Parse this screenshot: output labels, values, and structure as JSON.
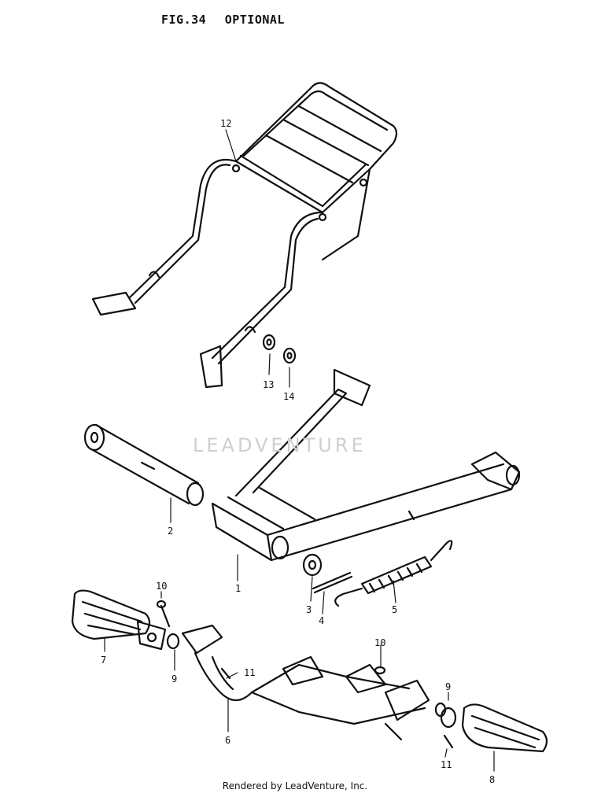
{
  "figure": {
    "number": "FIG.34",
    "title": "OPTIONAL"
  },
  "watermark": "LEADVENTURE",
  "footer": "Rendered by LeadVenture, Inc.",
  "callouts": [
    {
      "id": "p12",
      "label": "12"
    },
    {
      "id": "p13",
      "label": "13"
    },
    {
      "id": "p14",
      "label": "14"
    },
    {
      "id": "p2",
      "label": "2"
    },
    {
      "id": "p1",
      "label": "1"
    },
    {
      "id": "p3",
      "label": "3"
    },
    {
      "id": "p4",
      "label": "4"
    },
    {
      "id": "p5",
      "label": "5"
    },
    {
      "id": "p10a",
      "label": "10"
    },
    {
      "id": "p7",
      "label": "7"
    },
    {
      "id": "p9a",
      "label": "9"
    },
    {
      "id": "p11a",
      "label": "11"
    },
    {
      "id": "p6",
      "label": "6"
    },
    {
      "id": "p10b",
      "label": "10"
    },
    {
      "id": "p9b",
      "label": "9"
    },
    {
      "id": "p11b",
      "label": "11"
    },
    {
      "id": "p8",
      "label": "8"
    }
  ]
}
